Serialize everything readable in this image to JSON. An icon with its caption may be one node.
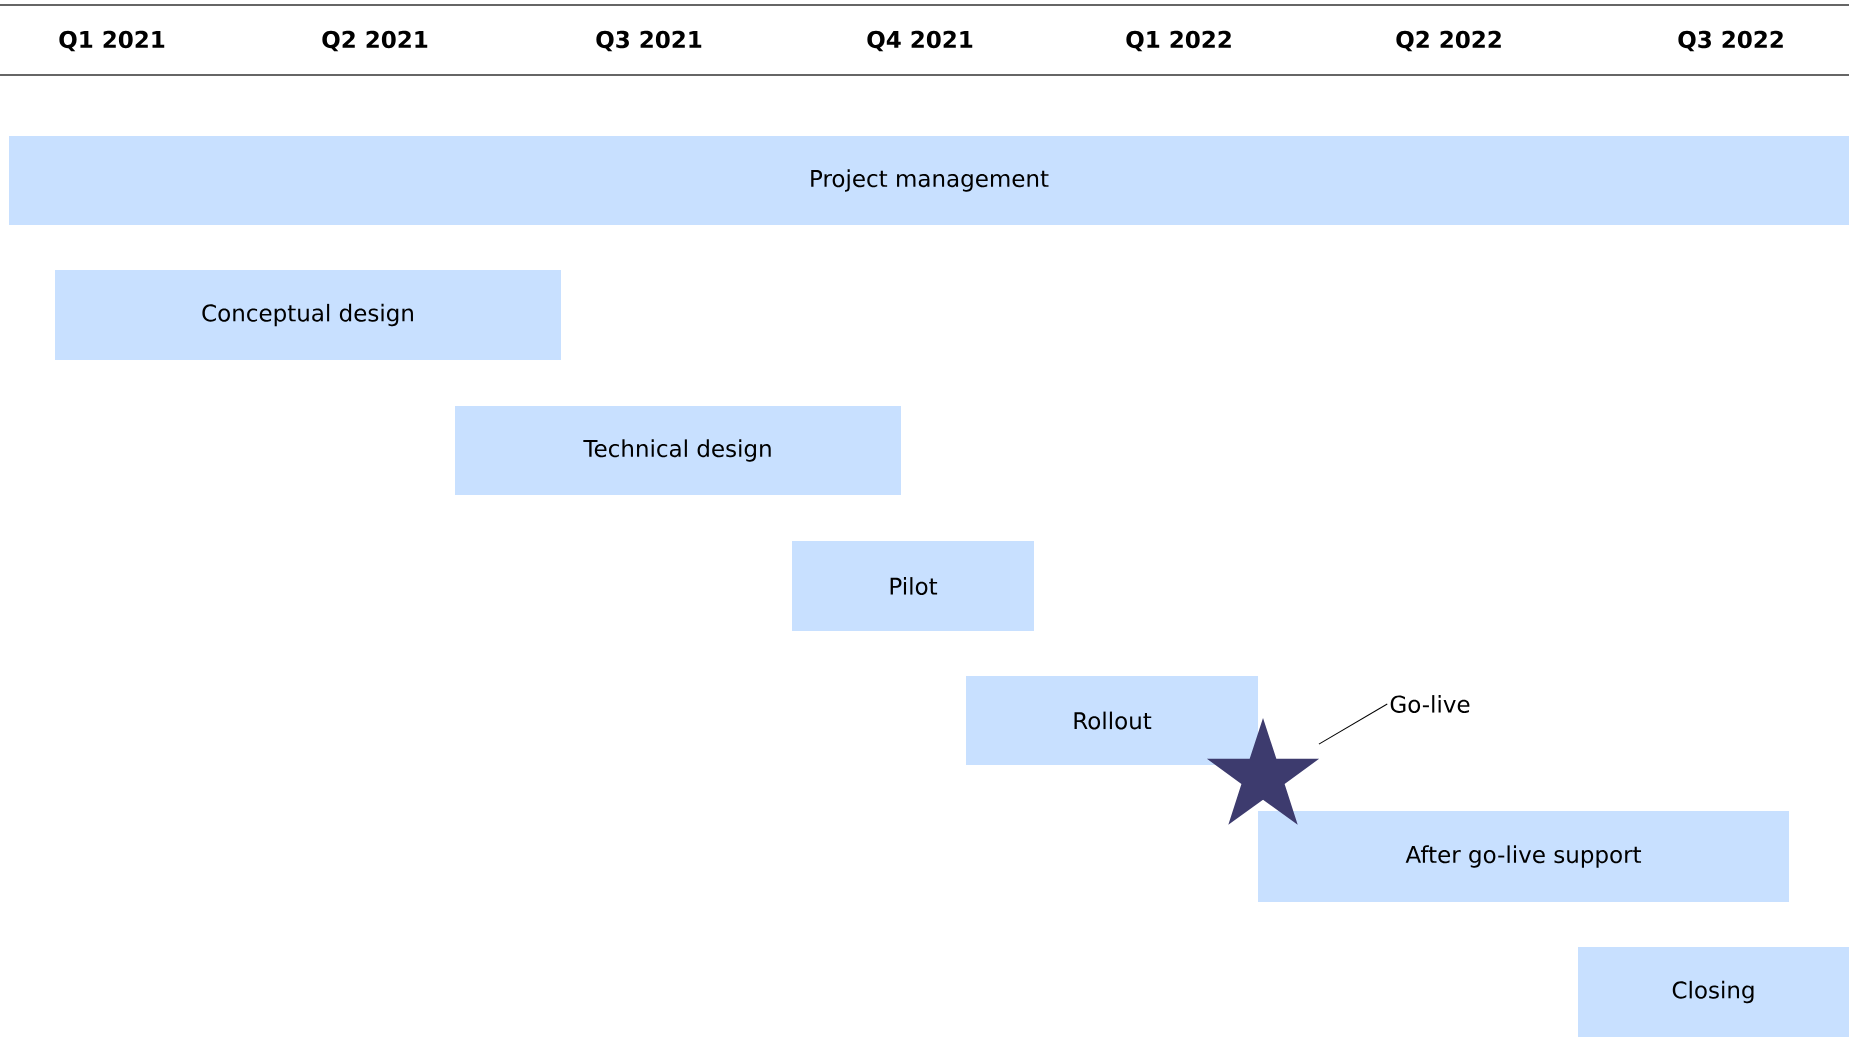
{
  "diagram": {
    "nodes": [
      {
        "text": [
          "Project management"
        ]
      },
      {
        "text": [
          "Conceptual design"
        ]
      },
      {
        "text": [
          "Technical design"
        ]
      },
      {
        "text": [
          "Pilot"
        ]
      },
      {
        "text": [
          "Rollout"
        ]
      },
      {
        "text": [
          "After go-live support"
        ]
      },
      {
        "text": [
          "Closing"
        ]
      },
      {
        "text": [],
        "shape": "star"
      },
      {
        "text": [
          "Go-live"
        ]
      }
    ],
    "edges": [
      {
        "from": 8,
        "to": 7,
        "arrow": "none"
      }
    ],
    "labels": [
      "Q1 2021",
      "Q2 2021",
      "Q3 2021",
      "Q4 2021",
      "Q1 2022",
      "Q2 2022",
      "Q3 2022"
    ]
  }
}
